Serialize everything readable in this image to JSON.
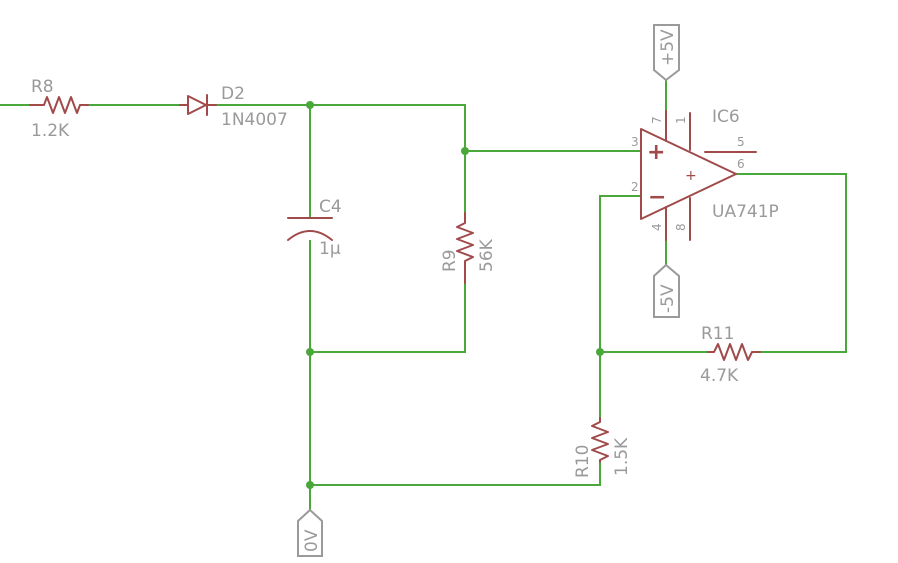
{
  "components": {
    "r8": {
      "name": "R8",
      "value": "1.2K"
    },
    "d2": {
      "name": "D2",
      "value": "1N4007"
    },
    "c4": {
      "name": "C4",
      "value": "1µ"
    },
    "r9": {
      "name": "R9",
      "value": "56K"
    },
    "r10": {
      "name": "R10",
      "value": "1.5K"
    },
    "r11": {
      "name": "R11",
      "value": "4.7K"
    },
    "ic6": {
      "name": "IC6",
      "value": "UA741P",
      "pins": {
        "p1": "1",
        "p2": "2",
        "p3": "3",
        "p4": "4",
        "p5": "5",
        "p6": "6",
        "p7": "7",
        "p8": "8"
      },
      "plus_sign": "+",
      "minus_sign": "−",
      "out_sign": "+"
    }
  },
  "ports": {
    "vplus": "+5V",
    "vminus": "-5V",
    "ground": "0V"
  },
  "colors": {
    "wire": "#4aa83a",
    "part": "#a04a4a",
    "text": "#9a9a9a"
  }
}
